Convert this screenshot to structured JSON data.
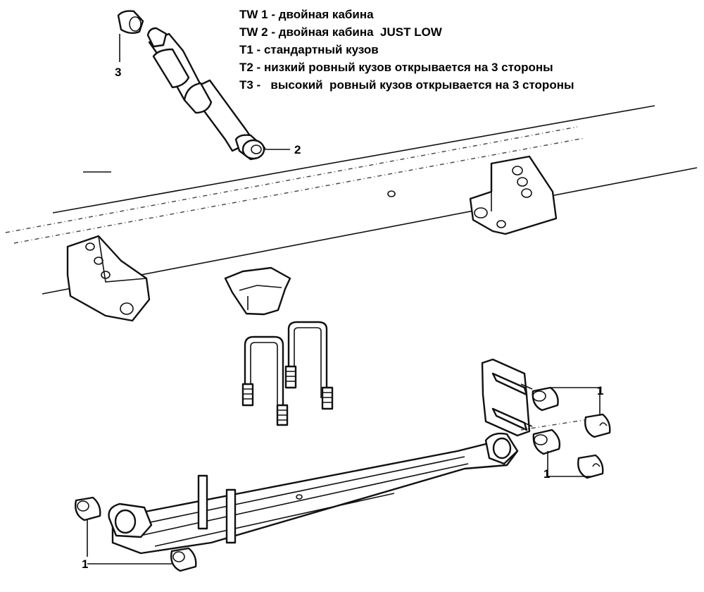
{
  "legend": [
    "TW 1 - двойная кабина",
    "TW 2 - двойная кабина  JUST LOW",
    "T1 - стандартный кузов",
    "T2 - низкий ровный кузов открывается на 3 стороны",
    "T3 -   высокий  ровный кузов открывается на 3 стороны"
  ],
  "callouts": {
    "shock_bushing_top": "3",
    "shock_bushing_bottom": "2",
    "shackle_bushing_upper": "1",
    "shackle_bushing_lower": "1",
    "front_eye_bushing": "1"
  }
}
